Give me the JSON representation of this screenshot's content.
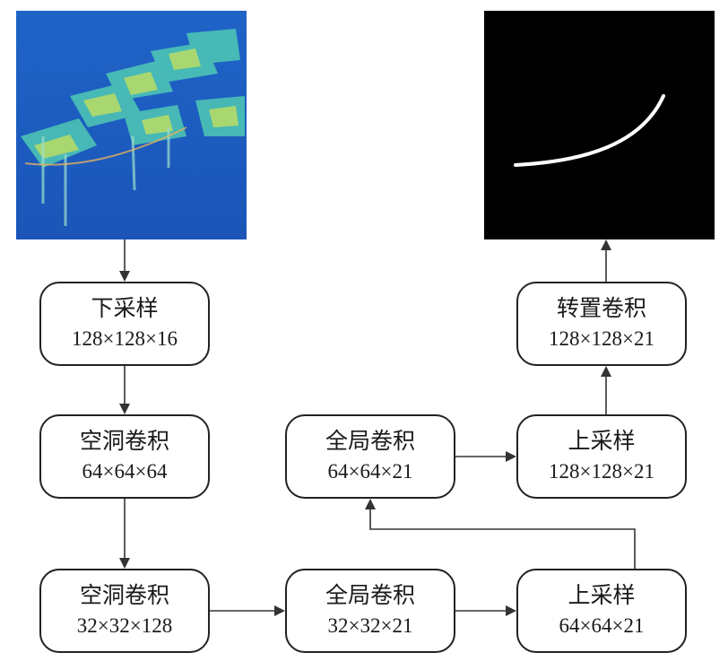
{
  "nodes": {
    "downsample": {
      "title": "下采样",
      "dims": "128×128×16"
    },
    "dilated_conv_1": {
      "title": "空洞卷积",
      "dims": "64×64×64"
    },
    "dilated_conv_2": {
      "title": "空洞卷积",
      "dims": "32×32×128"
    },
    "global_conv_1": {
      "title": "全局卷积",
      "dims": "32×32×21"
    },
    "upsample_1": {
      "title": "上采样",
      "dims": "64×64×21"
    },
    "global_conv_2": {
      "title": "全局卷积",
      "dims": "64×64×21"
    },
    "upsample_2": {
      "title": "上采样",
      "dims": "128×128×21"
    },
    "transpose_conv": {
      "title": "转置卷积",
      "dims": "128×128×21"
    }
  },
  "colors": {
    "line": "#333333",
    "box_border": "#222222",
    "input_bg": "#1e5fc8",
    "output_bg": "#000000",
    "curve": "#ffffff"
  }
}
